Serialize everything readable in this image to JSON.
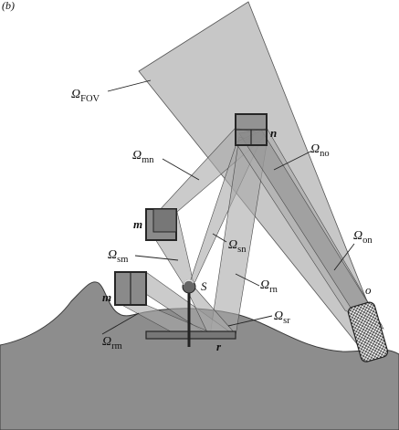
{
  "figure": {
    "panel_label": "(b)",
    "colors": {
      "terrain": "#8d8d8d",
      "terrain_edge": "#3a3a3a",
      "beam_light": "#c7c7c7",
      "beam_mid": "#a9a9a9",
      "patch_fill": "#8a8a8a",
      "patch_edge": "#262626",
      "leader": "#222222",
      "sensor": "#666666"
    },
    "omega_symbol": "Ω",
    "labels": {
      "fov": {
        "sub": "FOV"
      },
      "mn": {
        "sub": "mn"
      },
      "no": {
        "sub": "no"
      },
      "sm": {
        "sub": "sm"
      },
      "sn": {
        "sub": "sn"
      },
      "rn": {
        "sub": "rn"
      },
      "on": {
        "sub": "on"
      },
      "sr": {
        "sub": "sr"
      },
      "rm": {
        "sub": "rm"
      }
    },
    "points": {
      "n": "n",
      "m_upper": "m",
      "m_lower": "m",
      "S": "S",
      "r": "r",
      "o": "o"
    },
    "icons": [
      "sensor-icon",
      "checkered-target-icon"
    ]
  }
}
